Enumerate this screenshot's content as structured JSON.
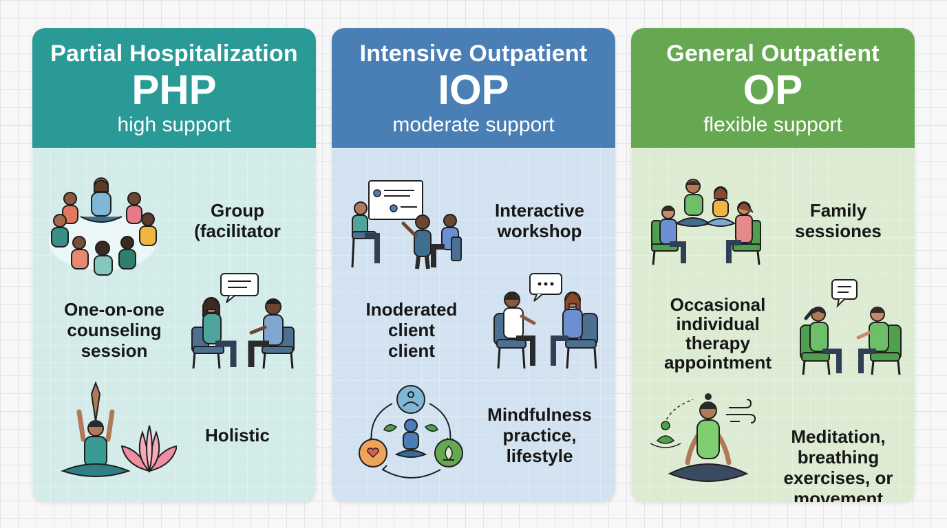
{
  "colors": {
    "php_header": "#2a9a96",
    "php_body": "#d3ecea",
    "iop_header": "#4a7fb6",
    "iop_body": "#d3e2f1",
    "op_header": "#66a852",
    "op_body": "#dcebd2",
    "outline": "#1f1f1f"
  },
  "columns": [
    {
      "title": "Partial Hospitalization",
      "abbr": "PHP",
      "subtitle": "high support",
      "items": [
        {
          "label": "Group\n(facilitator",
          "icon": "group-circle-icon"
        },
        {
          "label": "One-on-one\ncounseling\nsession",
          "icon": "counseling-icon"
        },
        {
          "label": "Holistic",
          "icon": "yoga-lotus-icon"
        }
      ]
    },
    {
      "title": "Intensive Outpatient",
      "abbr": "IOP",
      "subtitle": "moderate support",
      "items": [
        {
          "label": "Interactive\nworkshop",
          "icon": "workshop-icon"
        },
        {
          "label": "Inoderated\nclient\nclient",
          "icon": "client-doctor-icon"
        },
        {
          "label": "Mindfulness\npractice,\nlifestyle",
          "icon": "mindfulness-cycle-icon"
        }
      ]
    },
    {
      "title": "General Outpatient",
      "abbr": "OP",
      "subtitle": "flexible support",
      "items": [
        {
          "label": "Family\nsessiones",
          "icon": "family-session-icon"
        },
        {
          "label": "Occasional\nindividual\ntherapy\nappointment",
          "icon": "therapy-appointment-icon"
        },
        {
          "label": "Meditation,\nbreathing\nexercises, or\nmovement",
          "icon": "meditation-icon"
        }
      ]
    }
  ]
}
